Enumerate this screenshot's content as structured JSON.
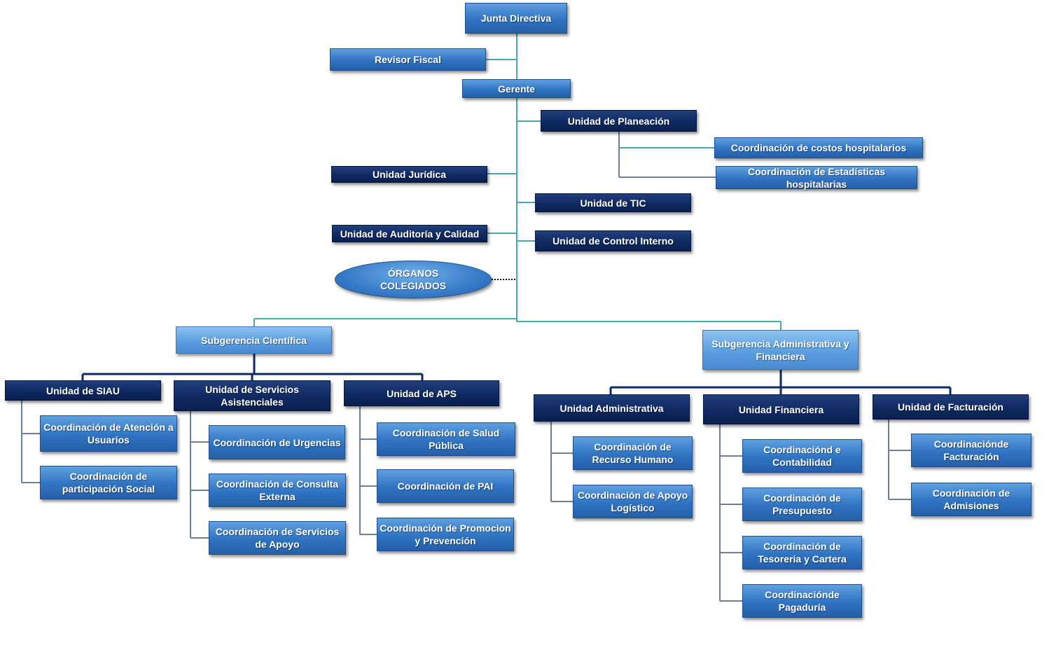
{
  "org_chart": {
    "junta_directiva": "Junta Directiva",
    "revisor_fiscal": "Revisor Fiscal",
    "gerente": "Gerente",
    "unidad_planeacion": "Unidad de Planeación",
    "coord_costos": "Coordinación de costos hospitalarios",
    "coord_estadisticas": "Coordinación de Estadísticas hospitalarias",
    "unidad_juridica": "Unidad Jurídica",
    "unidad_tic": "Unidad de TIC",
    "unidad_auditoria": "Unidad de Auditoría y Calidad",
    "unidad_control": "Unidad de Control Interno",
    "organos_colegiados": "ÓRGANOS COLEGIADOS",
    "subgerencia_cientifica": "Subgerencia Científica",
    "subgerencia_admin": "Subgerencia Administrativa y Financiera",
    "unidad_siau": "Unidad de SIAU",
    "coord_atencion": "Coordinación de Atención a Usuarios",
    "coord_participacion": "Coordinación de participación Social",
    "unidad_servicios": "Unidad de Servicios Asistenciales",
    "coord_urgencias": "Coordinación de Urgencias",
    "coord_consulta": "Coordinación de Consulta Externa",
    "coord_servicios_apoyo": "Coordinación de Servicios de Apoyo",
    "unidad_aps": "Unidad de APS",
    "coord_salud_publica": "Coordinación de Salud Pública",
    "coord_pai": "Coordinación de PAI",
    "coord_promocion": "Coordinación de Promocion y Prevención",
    "unidad_administrativa": "Unidad Administrativa",
    "coord_recurso_humano": "Coordinación de Recurso Humano",
    "coord_apoyo_logistico": "Coordinación de Apoyo Logístico",
    "unidad_financiera": "Unidad Financiera",
    "coord_contabilidad": "Coordinaciónd e Contabilidad",
    "coord_presupuesto": "Coordinación de Presupuesto",
    "coord_tesoreria": "Coordinación de Tesoreria y Cartera",
    "coord_pagaduria": "Coordinaciónde Pagaduría",
    "unidad_facturacion": "Unidad de Facturación",
    "coord_facturacion": "Coordinaciónde Facturación",
    "coord_admisiones": "Coordinación de Admisiones"
  },
  "colors": {
    "connector_teal": "#4aa6b0",
    "connector_navy": "#0f2a62",
    "connector_gray": "#6b7f99",
    "box_mid": "#2f73c2",
    "box_light": "#5b9ee0",
    "box_dark": "#0f2a62"
  }
}
